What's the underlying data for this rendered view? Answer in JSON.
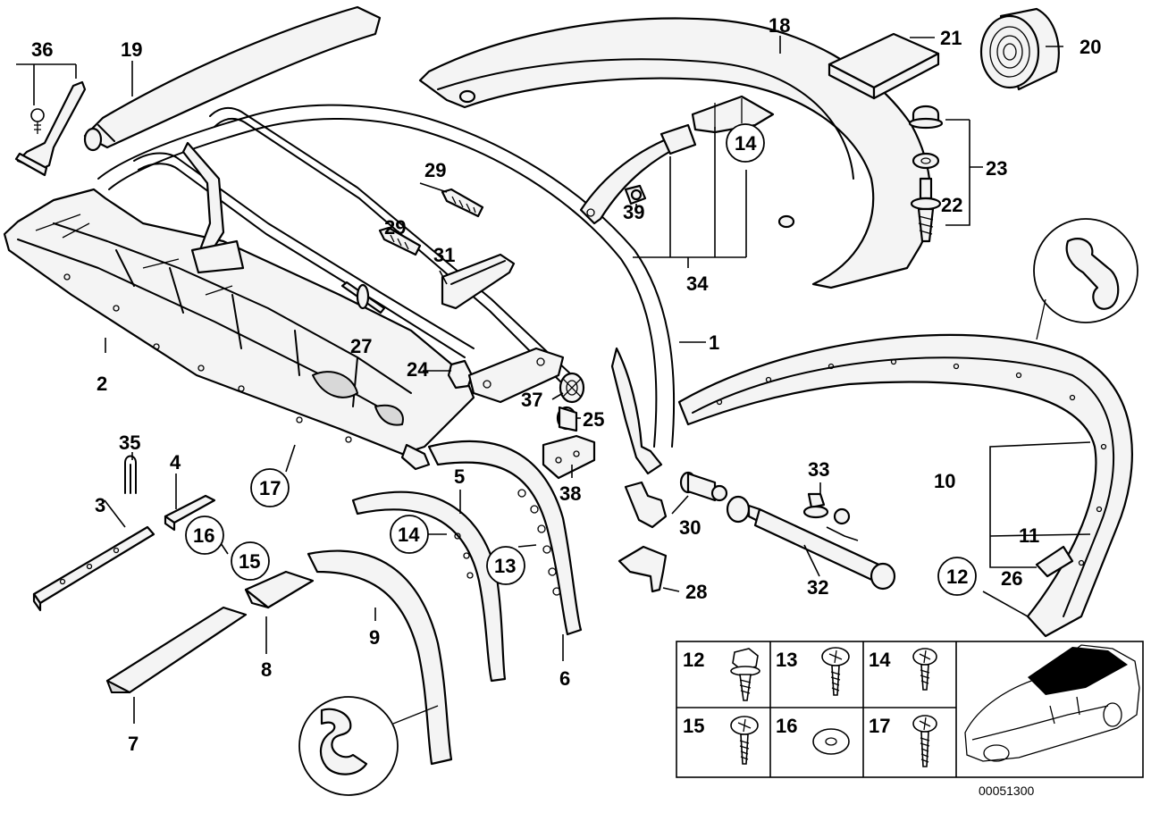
{
  "diagram": {
    "callouts": {
      "c1": "1",
      "c2": "2",
      "c3": "3",
      "c4": "4",
      "c5": "5",
      "c6": "6",
      "c7": "7",
      "c8": "8",
      "c9": "9",
      "c10": "10",
      "c11": "11",
      "c12": "12",
      "c13": "13",
      "c14": "14",
      "c15": "15",
      "c16": "16",
      "c17": "17",
      "c18": "18",
      "c19": "19",
      "c20": "20",
      "c21": "21",
      "c22": "22",
      "c23": "23",
      "c24": "24",
      "c25": "25",
      "c26": "26",
      "c27": "27",
      "c28": "28",
      "c29a": "29",
      "c29b": "29",
      "c30": "30",
      "c31": "31",
      "c32": "32",
      "c33": "33",
      "c34": "34",
      "c35": "35",
      "c36": "36",
      "c37": "37",
      "c38": "38",
      "c39": "39"
    },
    "legend": {
      "l12": "12",
      "l13": "13",
      "l14": "14",
      "l15": "15",
      "l16": "16",
      "l17": "17"
    },
    "image_code": "00051300"
  }
}
